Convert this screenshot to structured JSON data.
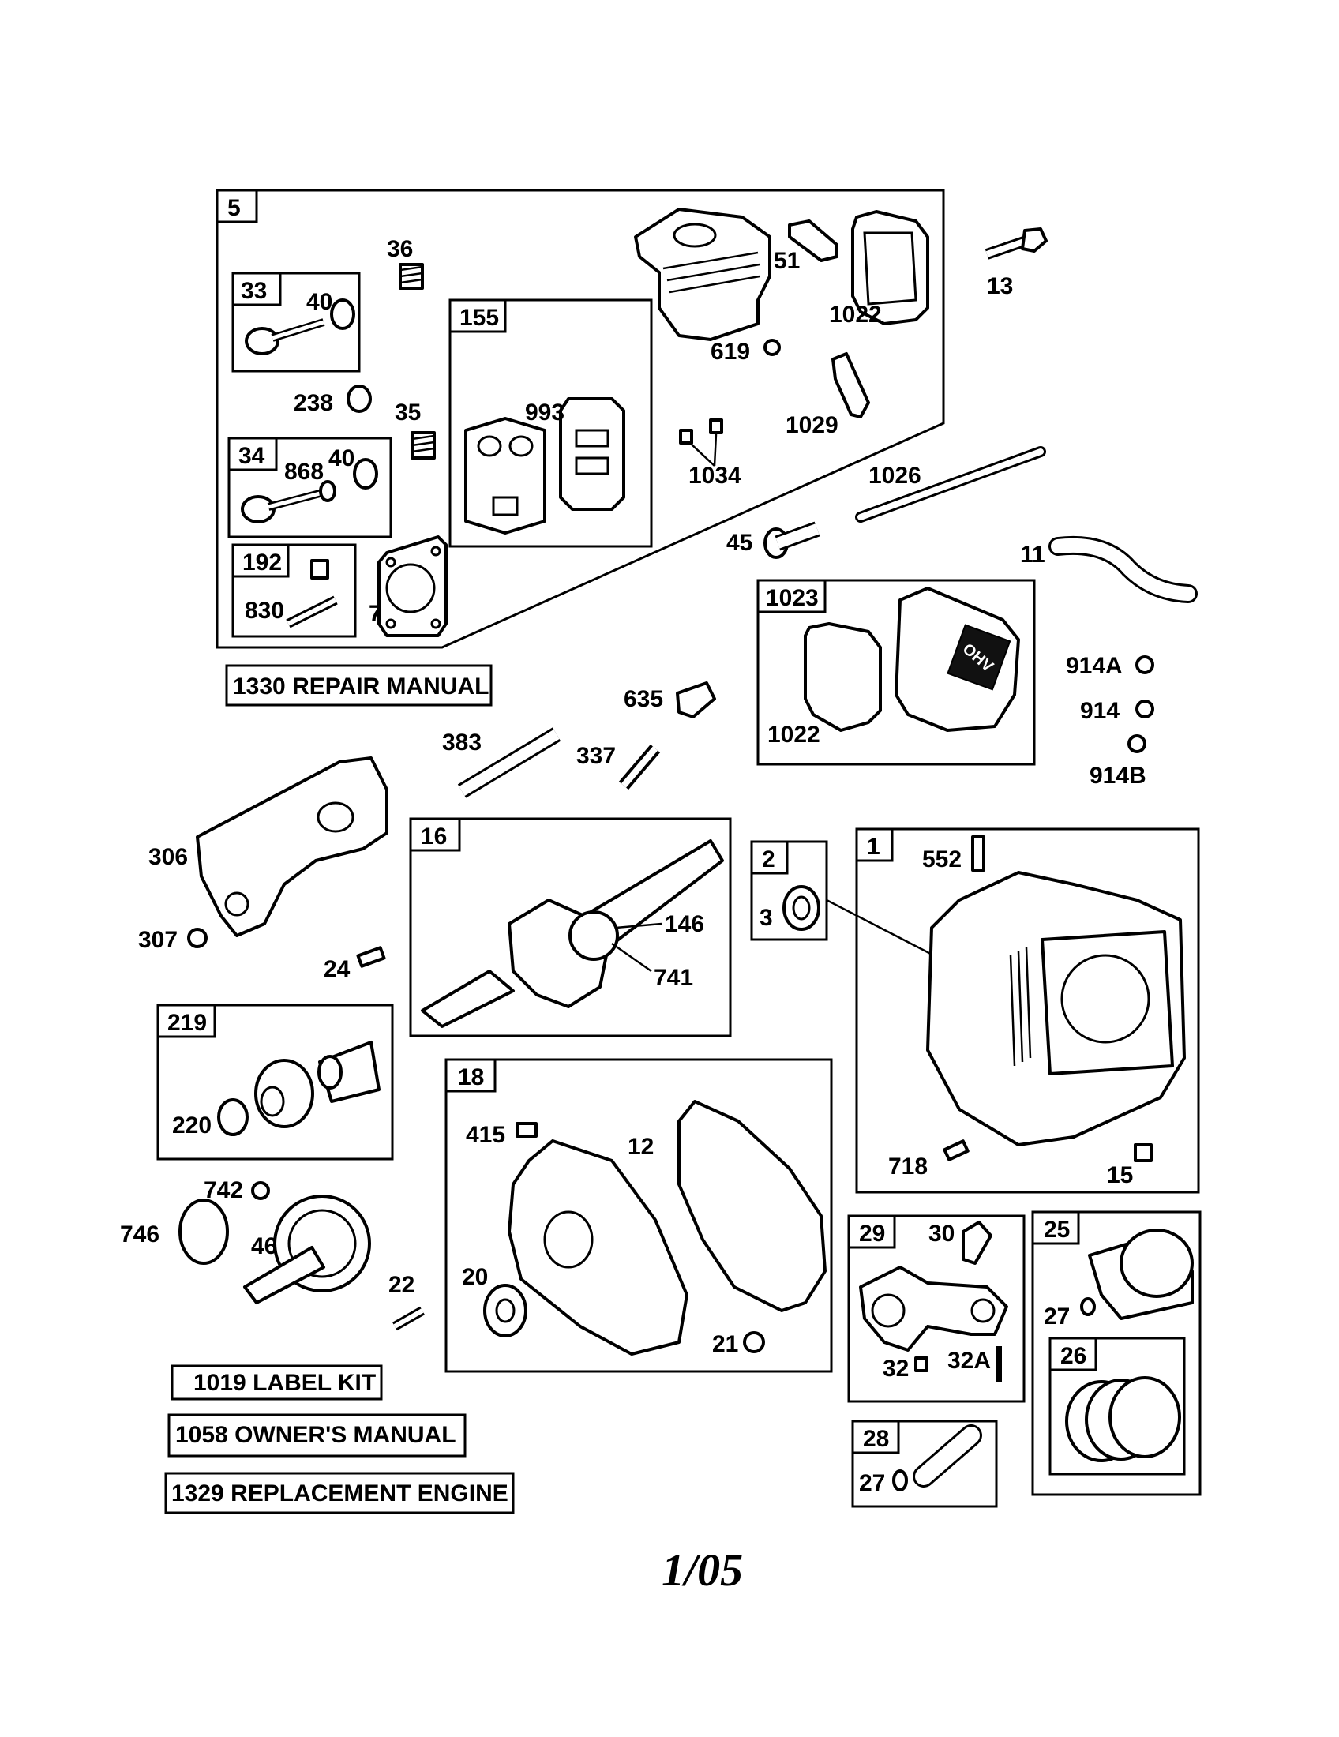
{
  "group_boxes": [
    {
      "id": "5",
      "label": "5"
    },
    {
      "id": "33",
      "label": "33"
    },
    {
      "id": "34",
      "label": "34"
    },
    {
      "id": "155",
      "label": "155"
    },
    {
      "id": "192",
      "label": "192"
    },
    {
      "id": "1023",
      "label": "1023"
    },
    {
      "id": "16",
      "label": "16"
    },
    {
      "id": "2",
      "label": "2"
    },
    {
      "id": "1",
      "label": "1"
    },
    {
      "id": "219",
      "label": "219"
    },
    {
      "id": "18",
      "label": "18"
    },
    {
      "id": "29",
      "label": "29"
    },
    {
      "id": "25",
      "label": "25"
    },
    {
      "id": "26",
      "label": "26"
    },
    {
      "id": "28",
      "label": "28"
    }
  ],
  "part_labels": {
    "p36": "36",
    "p40a": "40",
    "p238": "238",
    "p35": "35",
    "p868": "868",
    "p40b": "40",
    "p830": "830",
    "p7": "7",
    "p993": "993",
    "p51": "51",
    "p1022a": "1022",
    "p13": "13",
    "p619": "619",
    "p1029": "1029",
    "p1034": "1034",
    "p1026": "1026",
    "p45": "45",
    "p11": "11",
    "p1022b": "1022",
    "p914A": "914A",
    "p914": "914",
    "p914B": "914B",
    "p635": "635",
    "p383": "383",
    "p337": "337",
    "p306": "306",
    "p307": "307",
    "p24": "24",
    "p146": "146",
    "p741": "741",
    "p3": "3",
    "p552": "552",
    "p718": "718",
    "p15": "15",
    "p220": "220",
    "p742": "742",
    "p746": "746",
    "p46": "46",
    "p22": "22",
    "p415": "415",
    "p12": "12",
    "p20": "20",
    "p21": "21",
    "p30": "30",
    "p32": "32",
    "p32A": "32A",
    "p27a": "27",
    "p27b": "27"
  },
  "kits": {
    "repair_manual": "1330 REPAIR MANUAL",
    "label_kit": "1019 LABEL KIT",
    "owners_manual": "1058 OWNER'S MANUAL",
    "replacement_engine": "1329 REPLACEMENT ENGINE"
  },
  "page_number": "1/05"
}
